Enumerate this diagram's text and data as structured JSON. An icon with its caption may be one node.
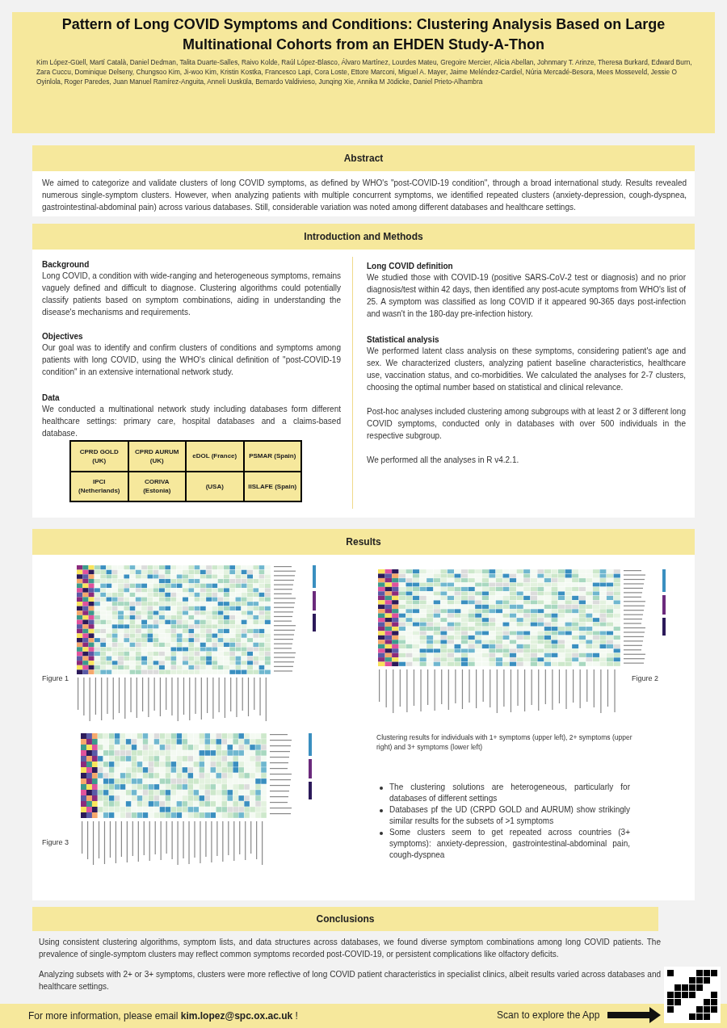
{
  "diagram": {
    "title": "Pattern of Long COVID Symptoms and Conditions: Clustering Analysis Based on Large Multinational Cohorts from an EHDEN Study-A-Thon",
    "nodes": [
      {
        "text": [
          "Abstract"
        ]
      },
      {
        "text": [
          "Introduction and Methods"
        ]
      },
      {
        "text": [
          "Results"
        ]
      },
      {
        "text": [
          "Conclusions"
        ]
      },
      {
        "text": [
          "Scan to explore the App"
        ]
      },
      {
        "text": [],
        "shape": "picture"
      }
    ],
    "edges": [
      {
        "from": 4,
        "to": 5,
        "arrow": "to"
      }
    ],
    "labels": [
      "Kim López-Güell, Martí Català, Daniel Dedman, Talita Duarte-Salles, Raivo Kolde, Raúl López-Blasco, Álvaro Martínez, Lourdes Mateu, Gregoire Mercier, Alicia Abellan, Johnmary T. Arinze, Theresa Burkard, Edward Burn, Zara Cuccu, Dominique Delseny, Chungsoo Kim, Ji-woo Kim, Kristin Kostka, Francesco Lapi, Cora Loste, Ettore Marconi, Miguel A. Mayer, Jaime Meléndez-Cardiel, Núria Mercadé-Besora, Mees Mosseveld, Jessie O Oyinlola, Roger Paredes, Juan Manuel Ramírez-Anguita, Anneli Uusküla, Bernardo Valdivieso, Junqing Xie, Annika M Jödicke, Daniel Prieto-Alhambra",
      "We aimed to categorize and validate clusters of long COVID symptoms, as defined by WHO's \"post-COVID-19 condition\", through a broad international study. Results revealed numerous single-symptom clusters. However, when analyzing patients with multiple concurrent symptoms, we identified repeated clusters (anxiety-depression, cough-dyspnea, gastrointestinal-abdominal pain) across various databases. Still, considerable variation was noted among different databases and healthcare settings.",
      "Background",
      "Long COVID, a condition with wide-ranging and heterogeneous symptoms, remains vaguely defined and difficult to diagnose. Clustering algorithms could potentially classify patients based on symptom combinations, aiding in understanding the disease's mechanisms and requirements.",
      "Objectives",
      "Our goal was to identify and confirm clusters of conditions and symptoms among patients with long COVID, using the WHO's clinical definition of \"post-COVID-19 condition\" in an extensive international network study.",
      "Data",
      "We conducted a multinational network study including databases form different healthcare settings:  primary care, hospital databases and a claims-based database.",
      "CPRD GOLD (UK)",
      "CPRD AURUM (UK)",
      "eDOL (France)",
      "PSMAR (Spain)",
      "IPCI (Netherlands)",
      "CORIVA (Estonia)",
      "(USA)",
      "IISLAFE (Spain)",
      "Long COVID definition",
      "We studied those with COVID-19 (positive SARS-CoV-2 test or diagnosis) and no prior diagnosis/test within 42 days, then identified any post-acute symptoms from WHO's list of 25. A symptom was classified as long COVID if it appeared 90-365 days post-infection and wasn't in the 180-day pre-infection history.",
      "Statistical analysis",
      "We performed latent class analysis on these symptoms, considering patient's age and sex. We characterized clusters, analyzing patient baseline characteristics, healthcare use, vaccination status, and co-morbidities. We calculated the analyses for 2-7 clusters, choosing the optimal number based on statistical and clinical relevance.",
      "Post-hoc analyses included clustering among subgroups with at least 2 or 3 different long COVID symptoms, conducted only in databases with over 500 individuals in the respective subgroup.",
      "We performed all the analyses in R v4.2.1.",
      "Figure 1",
      "Figure 2",
      "Clustering results for individuals with 1+ symptoms (upper left), 2+ symptoms (upper right) and 3+ symptoms (lower left)",
      "Figure 3",
      "The clustering solutions are heterogeneous, particularly for databases of different settings",
      "Databases pf the UD (CRPD GOLD and AURUM) show strikingly similar results for the subsets of >1 symptoms",
      "Some clusters seem to get repeated across countries (3+ symptoms): anxiety-depression, gastrointestinal-abdominal pain, cough-dyspnea",
      "Using consistent clustering algorithms, symptom lists, and data structures across databases, we found diverse symptom combinations among long COVID patients. The prevalence of single-symptom clusters may reflect common symptoms recorded post-COVID-19, or persistent complications like olfactory deficits.",
      "Analyzing subsets with 2+ or 3+ symptoms, clusters were more reflective of long COVID patient characteristics in specialist clinics, albeit results varied across databases and healthcare settings.",
      "For more information, please email **kim.lopez@spc.ox.ac.uk** !"
    ]
  }
}
